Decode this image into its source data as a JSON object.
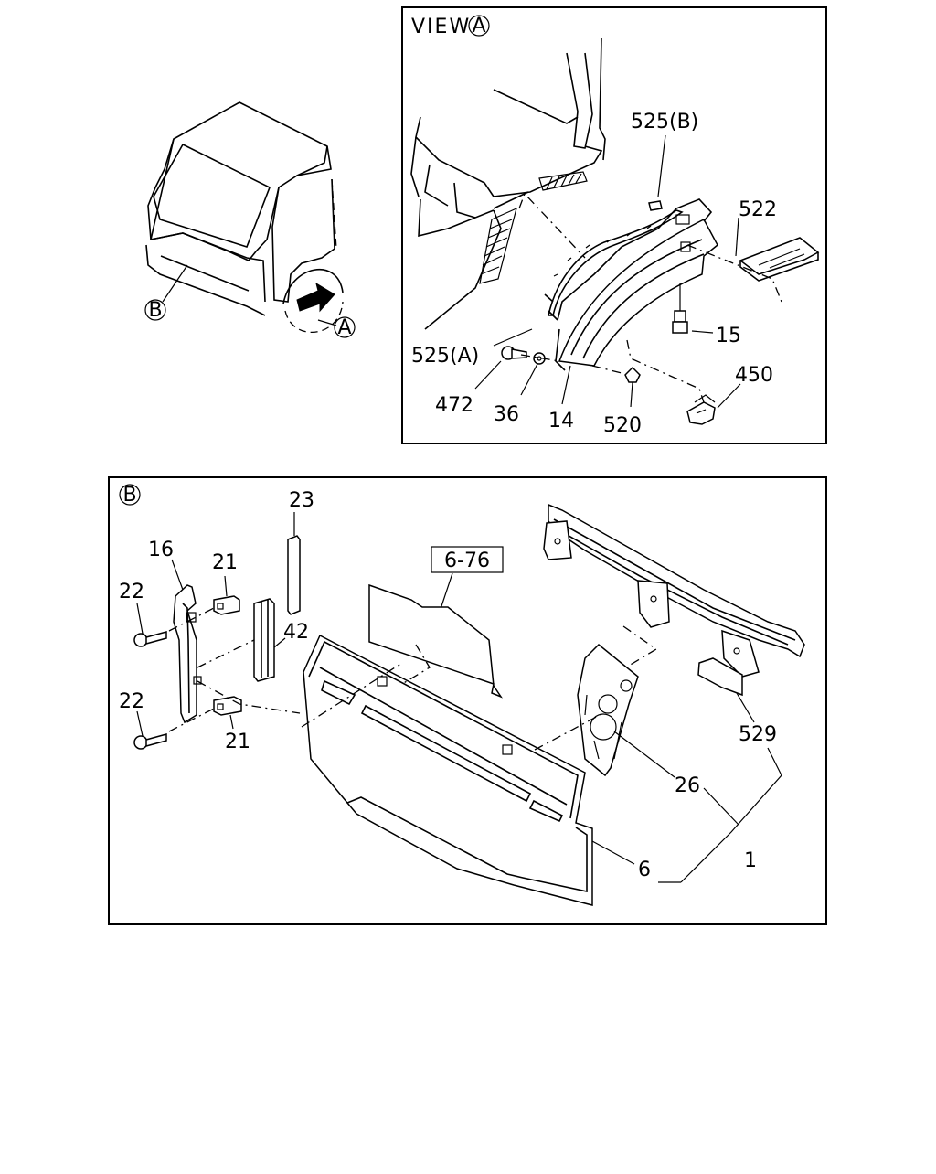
{
  "view_a": {
    "title_prefix": "VIEW",
    "title_marker": "A",
    "callouts": [
      "525(B)",
      "522",
      "15",
      "525(A)",
      "472",
      "36",
      "14",
      "520",
      "450"
    ]
  },
  "cab": {
    "marker_b": "B",
    "marker_a": "A"
  },
  "view_b": {
    "title_marker": "B",
    "ref_box": "6-76",
    "callouts": [
      "23",
      "16",
      "21",
      "22",
      "42",
      "22",
      "21",
      "529",
      "26",
      "6",
      "1"
    ]
  }
}
